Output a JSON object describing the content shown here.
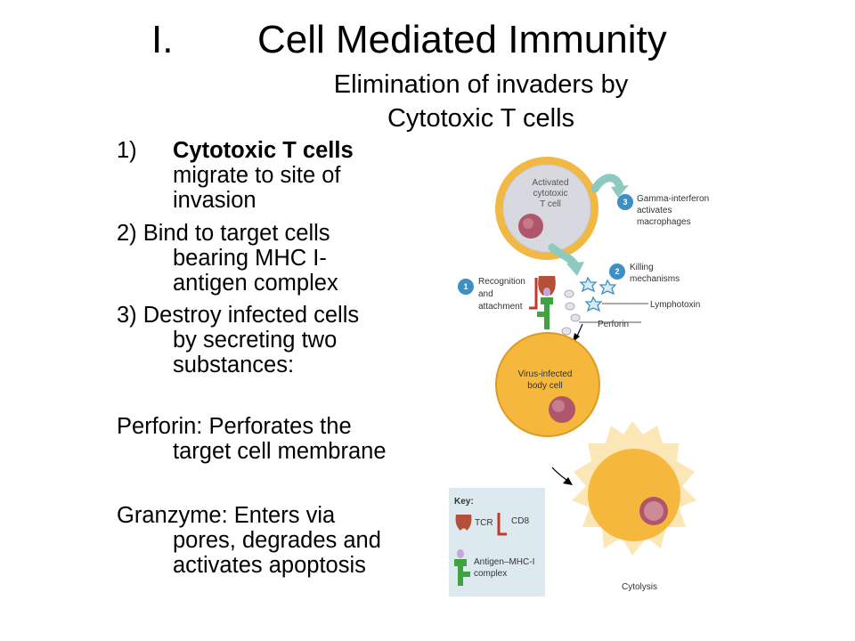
{
  "slide": {
    "title_number": "I.",
    "title_text": "Cell Mediated Immunity",
    "subtitle_line1": "Elimination of invaders by",
    "subtitle_line2": "Cytotoxic T cells"
  },
  "points": {
    "item1_number": "1)",
    "item1_lead": "Cytotoxic T cells",
    "item1_line2": "migrate to site of",
    "item1_line3": "invasion",
    "item2_line1": "2) Bind to target cells",
    "item2_line2": "bearing MHC I-",
    "item2_line3": "antigen complex",
    "item3_line1": "3) Destroy infected cells",
    "item3_line2": "by secreting two",
    "item3_line3": "substances:",
    "perforin_line1": "Perforin: Perforates the",
    "perforin_line2": "target cell membrane",
    "granzyme_line1": "Granzyme:  Enters via",
    "granzyme_line2": "pores, degrades and",
    "granzyme_line3": "activates apoptosis"
  },
  "figure": {
    "tcell_line1": "Activated",
    "tcell_line2": "cytotoxic",
    "tcell_line3": "T cell",
    "step1_number": "1",
    "step1_line1": "Recognition",
    "step1_line2": "and",
    "step1_line3": "attachment",
    "step2_number": "2",
    "step2_line1": "Killing",
    "step2_line2": "mechanisms",
    "step3_number": "3",
    "step3_line1": "Gamma-interferon",
    "step3_line2": "activates",
    "step3_line3": "macrophages",
    "lymphotoxin_label": "Lymphotoxin",
    "perforin_label": "Perforin",
    "infected_line1": "Virus-infected",
    "infected_line2": "body cell",
    "cytolysis_label": "Cytolysis",
    "key_title": "Key:",
    "key_tcr": "TCR",
    "key_cd8": "CD8",
    "key_mhc_line1": "Antigen–MHC-I",
    "key_mhc_line2": "complex",
    "colors": {
      "tcell_fill": "#d8d8e0",
      "tcell_ring": "#f2b844",
      "nucleus": "#b0566a",
      "infected_fill": "#f5b83c",
      "badge": "#3d8fc4",
      "arrow_teal": "#8ec9c0",
      "tcr": "#b4503a",
      "cd8": "#c0392b",
      "mhc": "#3fa43f",
      "key_bg": "#dce9ef"
    }
  }
}
